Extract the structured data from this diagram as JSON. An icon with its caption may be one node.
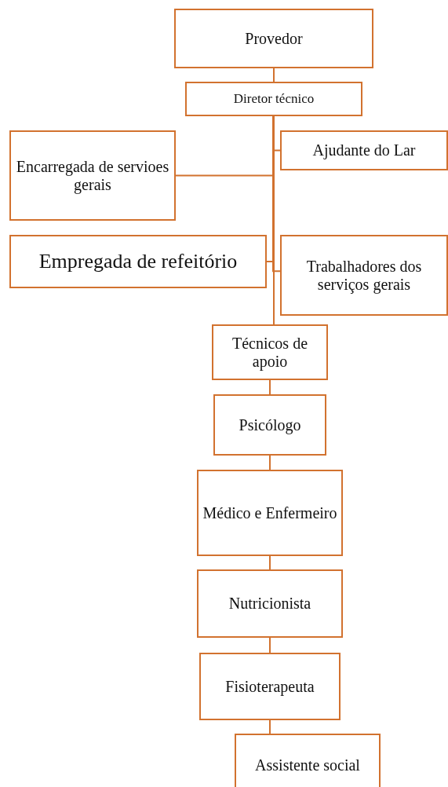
{
  "diagram": {
    "nodes": [
      {
        "text": [
          "Provedor"
        ]
      },
      {
        "text": [
          "Diretor técnico"
        ]
      },
      {
        "text": [
          "Encarregada de servioes gerais"
        ]
      },
      {
        "text": [
          "Ajudante do Lar"
        ]
      },
      {
        "text": [
          "Empregada de refeitório"
        ]
      },
      {
        "text": [
          "Trabalhadores dos serviços gerais"
        ]
      },
      {
        "text": [
          "Técnicos de apoio"
        ]
      },
      {
        "text": [
          "Psicólogo"
        ]
      },
      {
        "text": [
          "Médico e Enfermeiro"
        ]
      },
      {
        "text": [
          "Nutricionista"
        ]
      },
      {
        "text": [
          "Fisioterapeuta"
        ]
      },
      {
        "text": [
          "Assistente social"
        ]
      }
    ],
    "edges": [
      {
        "from": 0,
        "to": 1,
        "arrow": "none"
      },
      {
        "from": 1,
        "to": 2,
        "arrow": "none"
      },
      {
        "from": 1,
        "to": 3,
        "arrow": "none"
      },
      {
        "from": 1,
        "to": 4,
        "arrow": "none"
      },
      {
        "from": 1,
        "to": 5,
        "arrow": "none"
      },
      {
        "from": 1,
        "to": 6,
        "arrow": "none"
      },
      {
        "from": 6,
        "to": 7,
        "arrow": "none"
      },
      {
        "from": 7,
        "to": 8,
        "arrow": "none"
      },
      {
        "from": 8,
        "to": 9,
        "arrow": "none"
      },
      {
        "from": 9,
        "to": 10,
        "arrow": "none"
      },
      {
        "from": 10,
        "to": 11,
        "arrow": "none"
      }
    ]
  }
}
